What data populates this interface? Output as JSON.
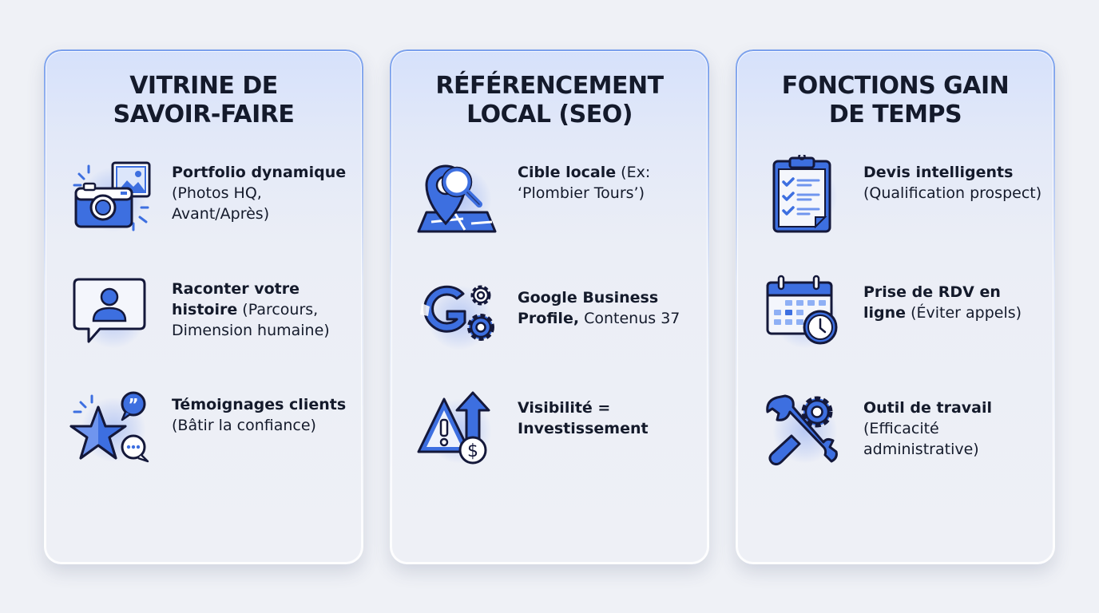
{
  "colors": {
    "accent": "#3d6fe0",
    "accent_light": "#8fb0f5",
    "ink": "#141a2b",
    "background": "#eff1f6"
  },
  "columns": [
    {
      "title_line1": "VITRINE DE",
      "title_line2": "SAVOIR-FAIRE",
      "items": [
        {
          "icon": "camera-photo-icon",
          "bold": "Portfolio dynamique",
          "regular": " (Photos HQ, Avant/Après)"
        },
        {
          "icon": "person-speech-bubble-icon",
          "bold": "Raconter votre histoire",
          "regular": " (Parcours, Dimension humaine)"
        },
        {
          "icon": "star-quote-bubbles-icon",
          "bold": "Témoignages clients",
          "regular": " (Bâtir la confiance)"
        }
      ]
    },
    {
      "title_line1": "RÉFÉRENCEMENT",
      "title_line2": "LOCAL (SEO)",
      "items": [
        {
          "icon": "map-pin-magnifier-icon",
          "bold": "Cible locale",
          "regular": " (Ex: ‘Plombier Tours’)"
        },
        {
          "icon": "google-gears-icon",
          "bold": "Google Business Profile,",
          "regular": " Contenus 37"
        },
        {
          "icon": "warning-dollar-arrow-icon",
          "bold": "Visibilité = Investissement",
          "regular": ""
        }
      ]
    },
    {
      "title_line1": "FONCTIONS GAIN",
      "title_line2": "DE TEMPS",
      "items": [
        {
          "icon": "clipboard-checklist-icon",
          "bold": "Devis intelligents",
          "regular": " (Qualification prospect)"
        },
        {
          "icon": "calendar-clock-icon",
          "bold": "Prise de RDV en ligne",
          "regular": " (Éviter appels)"
        },
        {
          "icon": "wrench-gear-icon",
          "bold": "Outil de travail",
          "regular": " (Efficacité administrative)"
        }
      ]
    }
  ]
}
